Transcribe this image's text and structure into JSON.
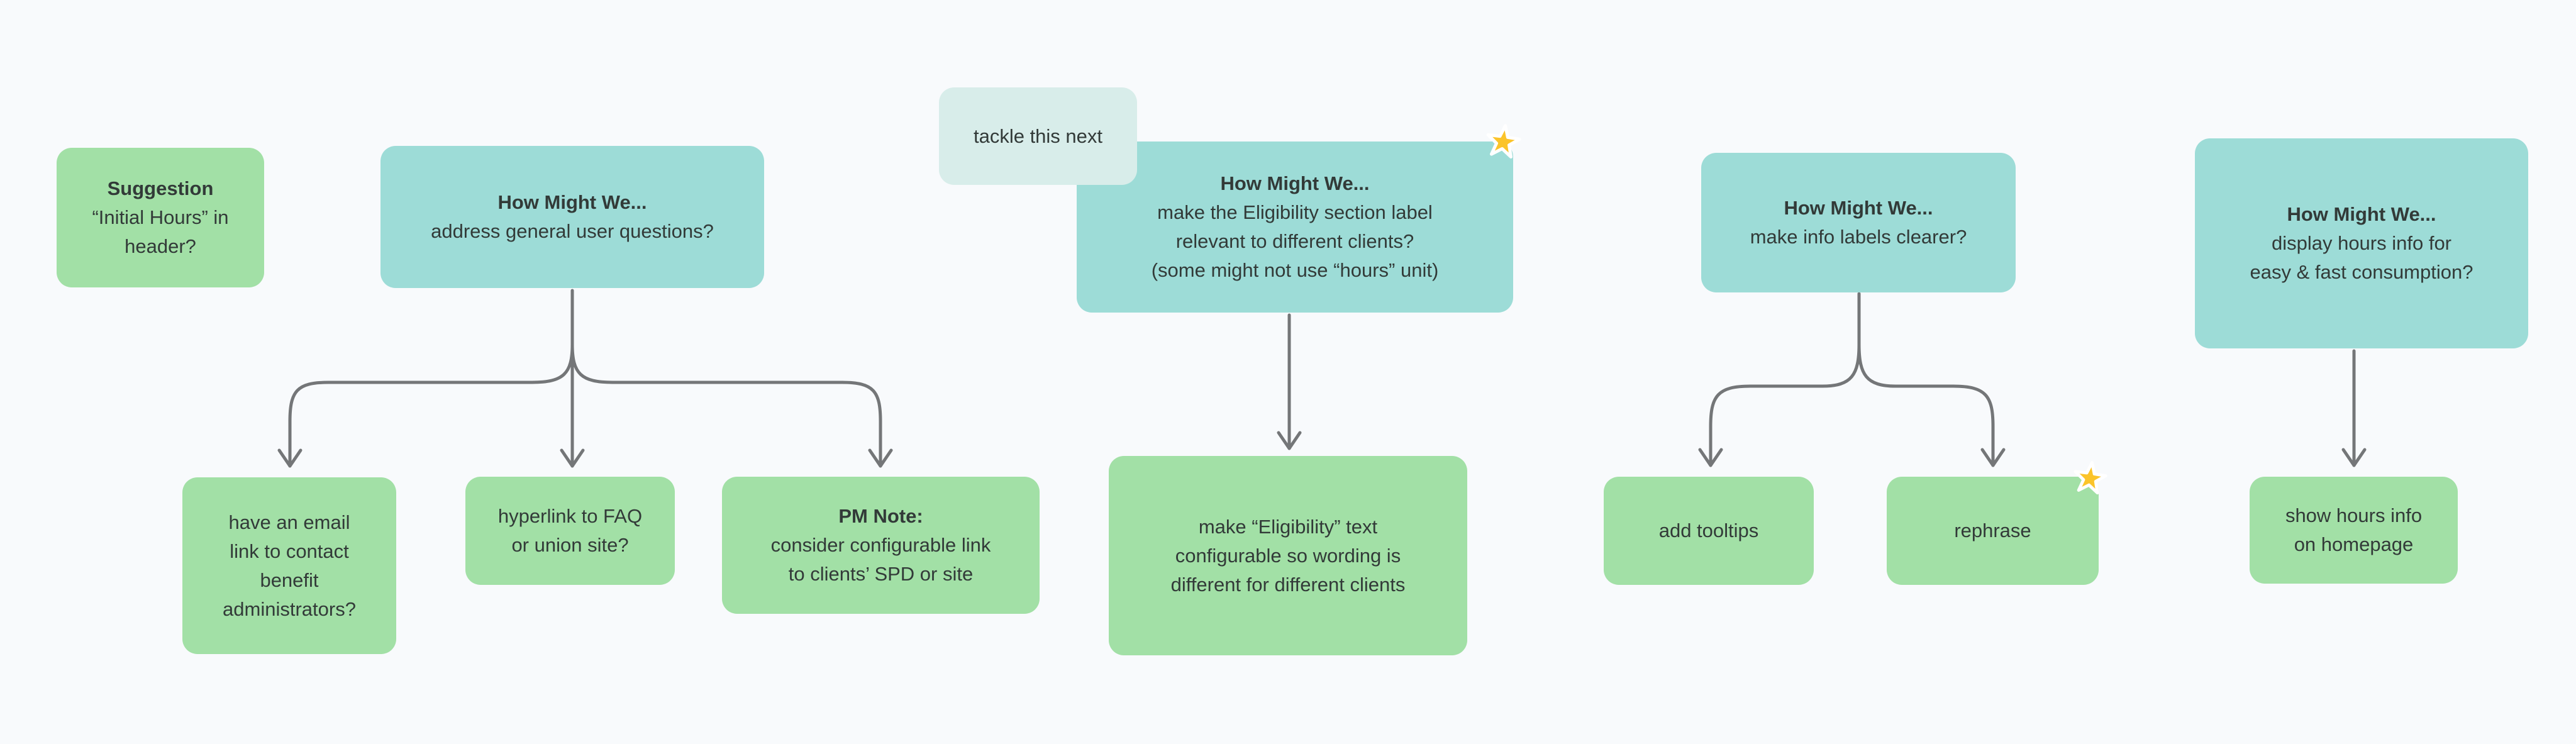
{
  "canvas": {
    "background_color": "#F8FAFC"
  },
  "colors": {
    "sticky_green": "#A2E0A6",
    "sticky_teal": "#9DDCD7",
    "sticky_light_teal": "#D8EDEA",
    "star_fill": "#FBC42A",
    "star_outline": "#FFFFFF",
    "connector_gray": "#747678",
    "text_dark": "#323A38"
  },
  "notes": {
    "suggestion": {
      "title": "Suggestion",
      "body": "“Initial Hours” in\nheader?",
      "color": "green"
    },
    "hmw1": {
      "title": "How Might We...",
      "body": "address general user questions?",
      "color": "teal"
    },
    "tackle": {
      "body": "tackle this next",
      "color": "light-teal"
    },
    "hmw2": {
      "title": "How Might We...",
      "body": "make the Eligibility section label\nrelevant to different clients?\n(some might not use “hours” unit)",
      "color": "teal",
      "starred": true
    },
    "hmw3": {
      "title": "How Might We...",
      "body": "make info labels clearer?",
      "color": "teal"
    },
    "hmw4": {
      "title": "How Might We...",
      "body": "display hours info for\neasy & fast consumption?",
      "color": "teal"
    },
    "idea1": {
      "body": "have an email\nlink to contact\nbenefit\nadministrators?",
      "color": "green"
    },
    "idea2": {
      "body": "hyperlink to FAQ\nor union site?",
      "color": "green"
    },
    "idea3": {
      "title": "PM Note:",
      "body": "consider configurable link\nto clients’ SPD or site",
      "color": "green"
    },
    "idea4": {
      "body": "make “Eligibility” text\nconfigurable so wording is\ndifferent for different clients",
      "color": "green"
    },
    "idea5": {
      "body": "add tooltips",
      "color": "green"
    },
    "idea6": {
      "body": "rephrase",
      "color": "green",
      "starred": true
    },
    "idea7": {
      "body": "show hours info\non homepage",
      "color": "green"
    }
  }
}
